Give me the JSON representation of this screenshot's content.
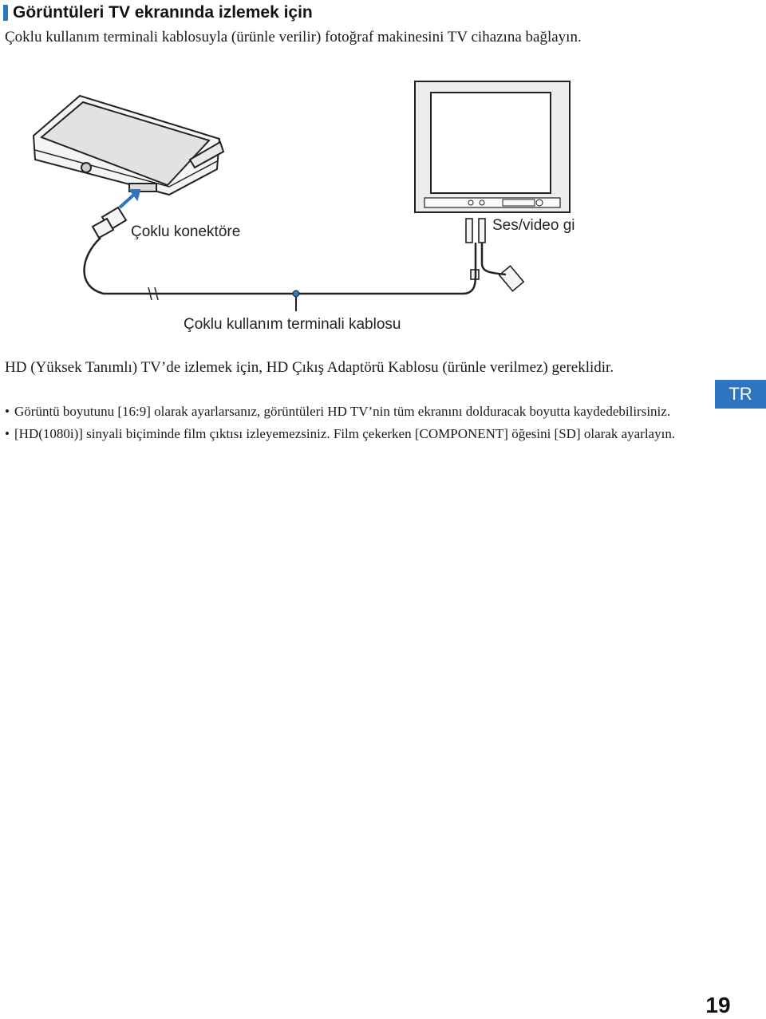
{
  "section": {
    "title": "Görüntüleri TV ekranında izlemek için",
    "intro": "Çoklu kullanım terminali kablosuyla (ürünle verilir) fotoğraf makinesini TV cihazına bağlayın."
  },
  "diagram": {
    "label_multi_connector": "Çoklu konektöre",
    "label_av_jacks": "Ses/video giriş jaklarına",
    "label_cable": "Çoklu kullanım terminali kablosu"
  },
  "body": {
    "hd_note": "HD (Yüksek Tanımlı) TV’de izlemek için, HD Çıkış Adaptörü Kablosu (ürünle verilmez) gereklidir.",
    "bullets": [
      "Görüntü boyutunu [16:9] olarak ayarlarsanız, görüntüleri HD TV’nin tüm ekranını dolduracak boyutta kaydedebilirsiniz.",
      "[HD(1080i)] sinyali biçiminde film çıktısı izleyemezsiniz. Film çekerken [COMPONENT] öğesini [SD] olarak ayarlayın."
    ],
    "bullet_symbol": "•"
  },
  "side_tab": "TR",
  "page_number": "19",
  "colors": {
    "accent": "#2f74c0"
  }
}
